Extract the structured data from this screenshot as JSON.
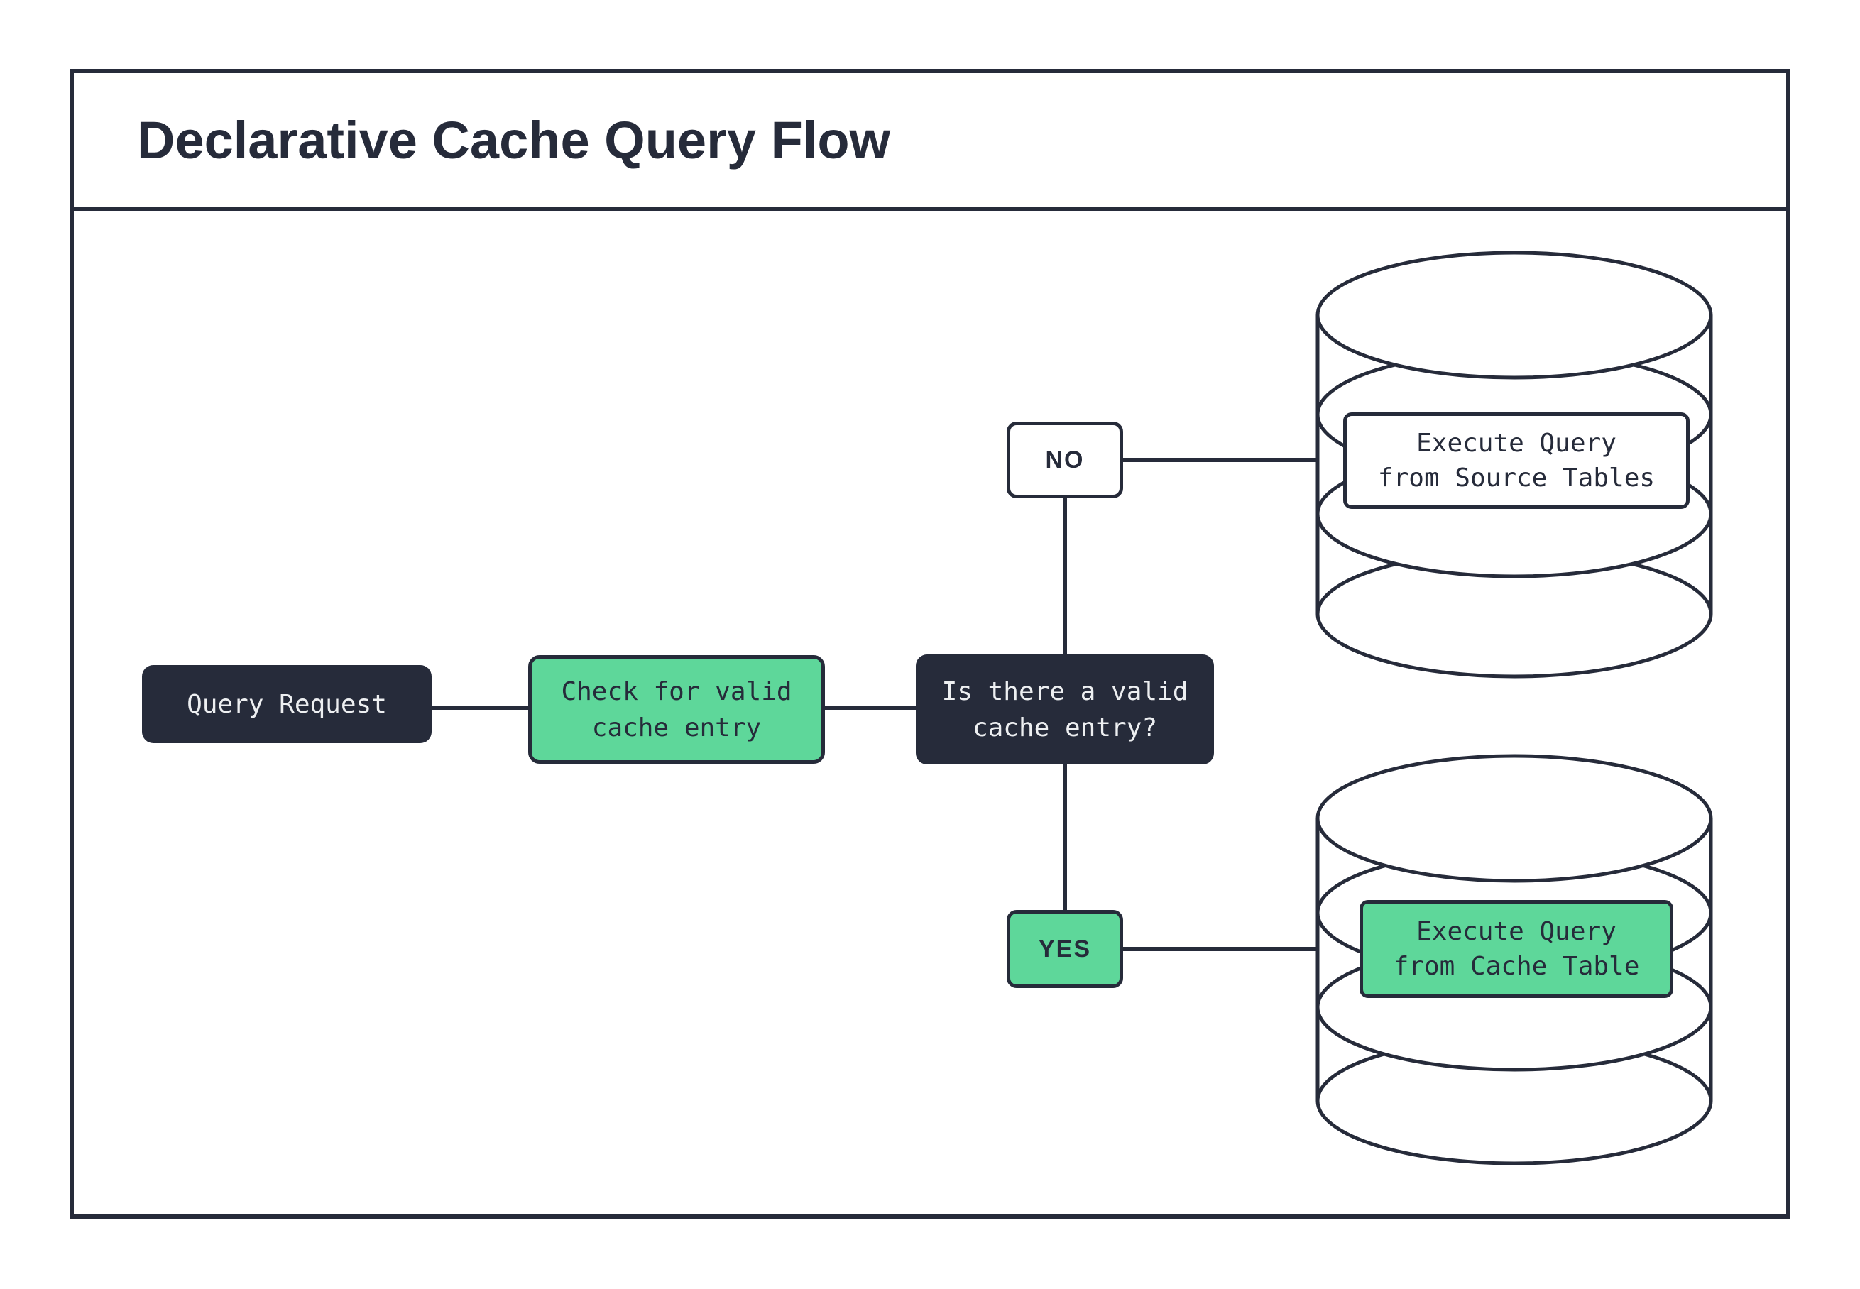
{
  "header": {
    "title": "Declarative Cache Query Flow"
  },
  "colors": {
    "ink": "#262b3a",
    "green": "#5ed79a",
    "light_text": "#edeff1"
  },
  "flow": {
    "query_request": {
      "lines": [
        "Query Request"
      ]
    },
    "check_cache": {
      "lines": [
        "Check for valid",
        "cache entry"
      ]
    },
    "decision": {
      "lines": [
        "Is there a valid",
        "cache entry?"
      ]
    },
    "branch_no": {
      "label": "NO"
    },
    "branch_yes": {
      "label": "YES"
    },
    "source_db": {
      "lines": [
        "Execute Query",
        "from Source Tables"
      ]
    },
    "cache_db": {
      "lines": [
        "Execute Query",
        "from Cache Table"
      ]
    }
  }
}
